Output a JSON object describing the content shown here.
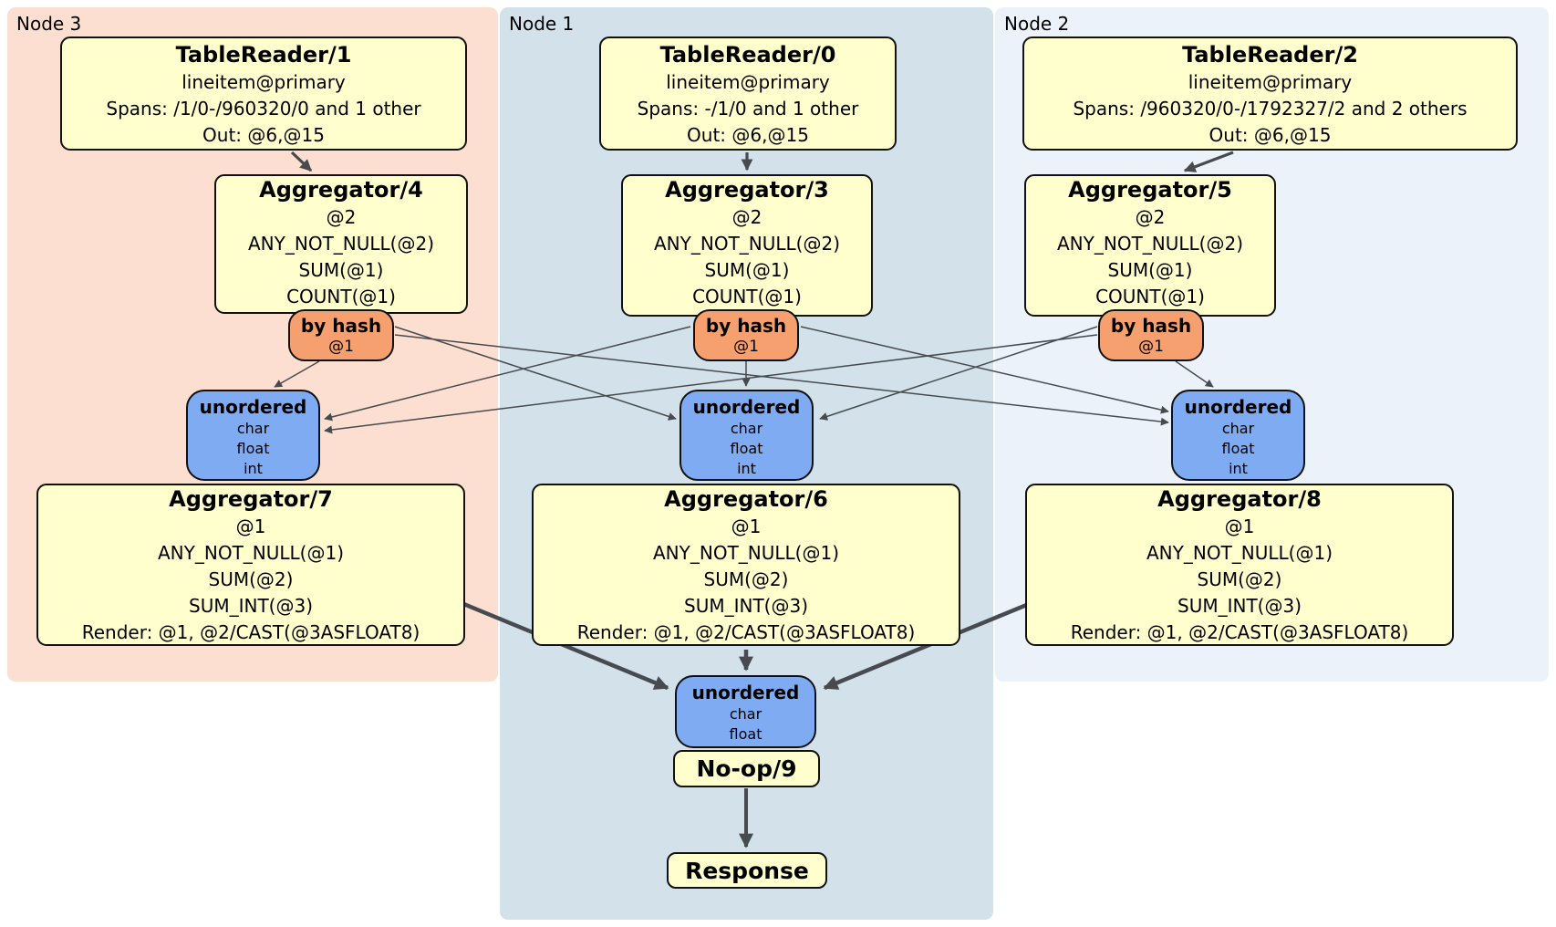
{
  "diagram": {
    "panels": {
      "node3": {
        "label": "Node 3"
      },
      "node1": {
        "label": "Node 1"
      },
      "node2": {
        "label": "Node 2"
      }
    },
    "colors": {
      "panel_node3": "#fcdfd0",
      "panel_node1": "#d2e1ea",
      "panel_node2": "#ebf2fa",
      "processor_yellow": "#ffffce",
      "router_orange": "#f5a06e",
      "sync_blue": "#7fabf2",
      "edge_gray": "#474b50"
    },
    "boxes": {
      "tr1": {
        "title": "TableReader/1",
        "lines": [
          "lineitem@primary",
          "Spans: /1/0-/960320/0 and 1 other",
          "Out: @6,@15"
        ]
      },
      "tr0": {
        "title": "TableReader/0",
        "lines": [
          "lineitem@primary",
          "Spans: -/1/0 and 1 other",
          "Out: @6,@15"
        ]
      },
      "tr2": {
        "title": "TableReader/2",
        "lines": [
          "lineitem@primary",
          "Spans: /960320/0-/1792327/2 and 2 others",
          "Out: @6,@15"
        ]
      },
      "agg4": {
        "title": "Aggregator/4",
        "lines": [
          "@2",
          "ANY_NOT_NULL(@2)",
          "SUM(@1)",
          "COUNT(@1)"
        ]
      },
      "agg3": {
        "title": "Aggregator/3",
        "lines": [
          "@2",
          "ANY_NOT_NULL(@2)",
          "SUM(@1)",
          "COUNT(@1)"
        ]
      },
      "agg5": {
        "title": "Aggregator/5",
        "lines": [
          "@2",
          "ANY_NOT_NULL(@2)",
          "SUM(@1)",
          "COUNT(@1)"
        ]
      },
      "agg7": {
        "title": "Aggregator/7",
        "lines": [
          "@1",
          "ANY_NOT_NULL(@1)",
          "SUM(@2)",
          "SUM_INT(@3)",
          "Render: @1, @2/CAST(@3ASFLOAT8)"
        ]
      },
      "agg6": {
        "title": "Aggregator/6",
        "lines": [
          "@1",
          "ANY_NOT_NULL(@1)",
          "SUM(@2)",
          "SUM_INT(@3)",
          "Render: @1, @2/CAST(@3ASFLOAT8)"
        ]
      },
      "agg8": {
        "title": "Aggregator/8",
        "lines": [
          "@1",
          "ANY_NOT_NULL(@1)",
          "SUM(@2)",
          "SUM_INT(@3)",
          "Render: @1, @2/CAST(@3ASFLOAT8)"
        ]
      },
      "hash_router": {
        "title": "by hash",
        "key": "@1"
      },
      "sync_left": {
        "title": "unordered",
        "items": [
          "char",
          "float",
          "int"
        ]
      },
      "sync_mid": {
        "title": "unordered",
        "items": [
          "char",
          "float",
          "int"
        ]
      },
      "sync_right": {
        "title": "unordered",
        "items": [
          "char",
          "float",
          "int"
        ]
      },
      "sync_final": {
        "title": "unordered",
        "items": [
          "char",
          "float"
        ]
      },
      "noop": {
        "title": "No-op/9"
      },
      "response": {
        "title": "Response"
      }
    }
  }
}
